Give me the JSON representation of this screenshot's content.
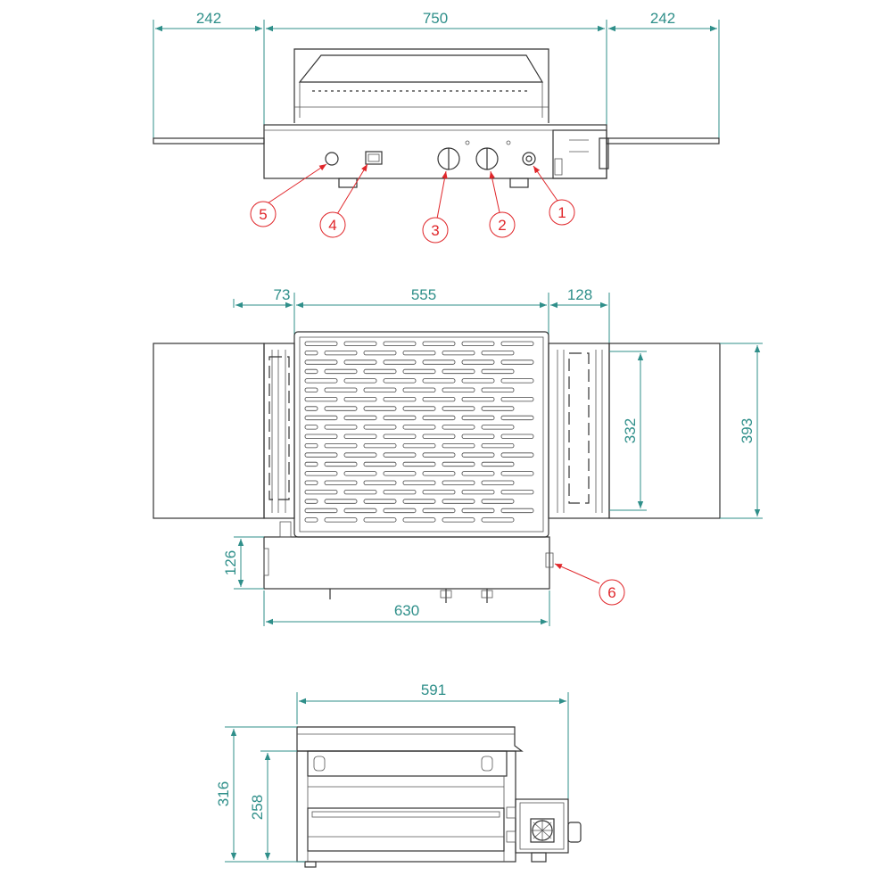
{
  "colors": {
    "dimension": "#2f8f8a",
    "callout": "#e0262a",
    "outline": "#333333"
  },
  "dimensions": {
    "front_left_tray": "242",
    "front_width": "750",
    "front_right_tray": "242",
    "top_left_gap": "73",
    "top_belt": "555",
    "top_right_gap": "128",
    "top_inner_depth": "332",
    "top_outer_depth": "393",
    "top_control_height": "126",
    "top_control_width": "630",
    "side_width": "591",
    "side_total_height": "316",
    "side_inner_height": "258"
  },
  "callouts": [
    "1",
    "2",
    "3",
    "4",
    "5",
    "6"
  ]
}
